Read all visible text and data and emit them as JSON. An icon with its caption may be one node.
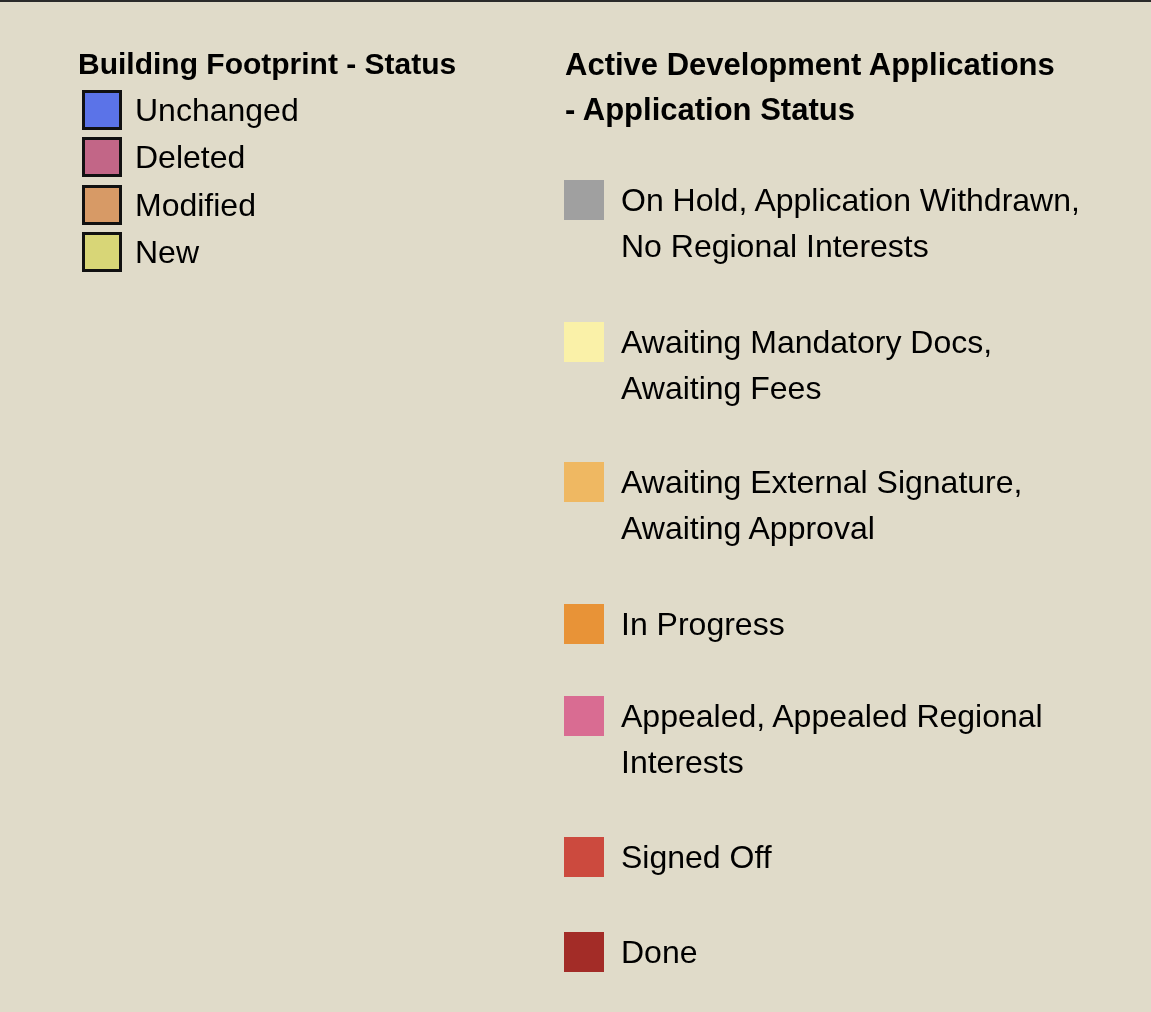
{
  "diagram": {
    "labels": [
      "Building Footprint - Status",
      "Active Development Applications - Application Status"
    ],
    "legend": [
      {
        "text": "Unchanged",
        "color": "#5b73e8"
      },
      {
        "text": "Deleted",
        "color": "#c26687"
      },
      {
        "text": "Modified",
        "color": "#d79a66"
      },
      {
        "text": "New",
        "color": "#d8d677"
      },
      {
        "text": "On Hold, Application Withdrawn, No Regional Interests",
        "color": "#a0a0a0"
      },
      {
        "text": "Awaiting Mandatory Docs, Awaiting Fees",
        "color": "#faf1a8"
      },
      {
        "text": "Awaiting External Signature, Awaiting Approval",
        "color": "#efb862"
      },
      {
        "text": "In Progress",
        "color": "#e89337"
      },
      {
        "text": "Appealed, Appealed Regional Interests",
        "color": "#d96c92"
      },
      {
        "text": "Signed Off",
        "color": "#cc4a3e"
      },
      {
        "text": "Done",
        "color": "#a32c27"
      }
    ]
  }
}
